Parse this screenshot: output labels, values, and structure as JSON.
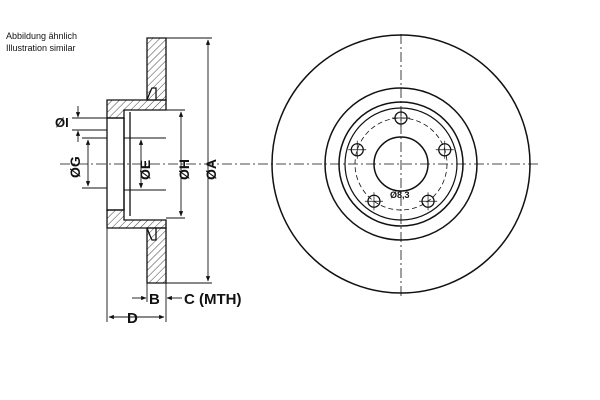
{
  "caption": {
    "line1": "Abbildung ähnlich",
    "line2": "Illustration similar"
  },
  "side_view": {
    "label_I": "ØI",
    "label_G": "ØG",
    "label_E": "ØE",
    "label_H": "ØH",
    "label_A": "ØA",
    "label_B": "B",
    "label_C": "C (MTH)",
    "label_D": "D"
  },
  "front_view": {
    "bolt_hole_label": "Ø8,3",
    "bolt_hole_count": 5
  },
  "colors": {
    "line": "#111111",
    "background": "#ffffff"
  }
}
